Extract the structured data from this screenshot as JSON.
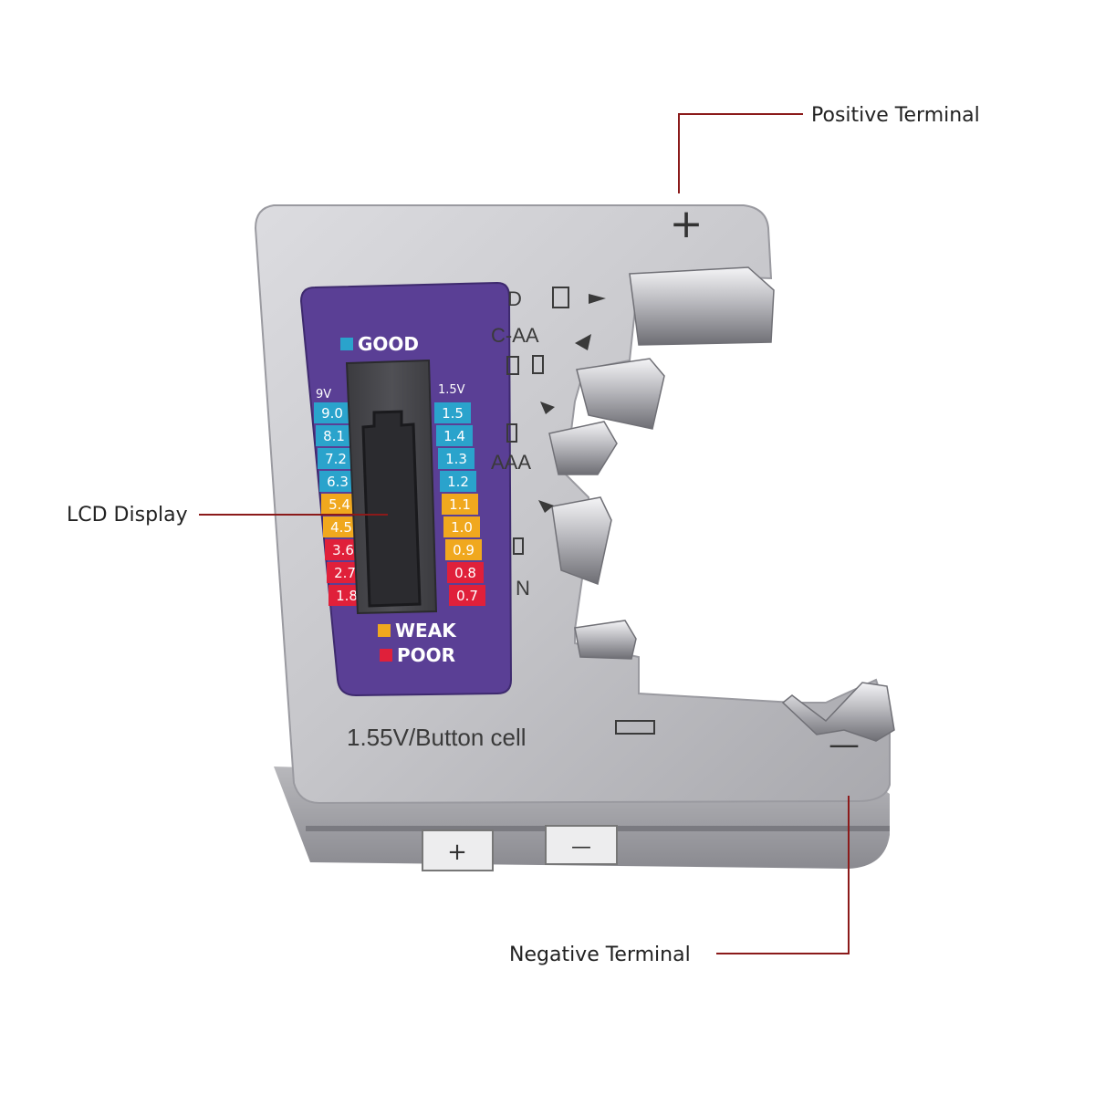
{
  "callouts": {
    "positive": "Positive Terminal",
    "lcd": "LCD Display",
    "negative": "Negative Terminal"
  },
  "legend": {
    "good": "GOOD",
    "weak": "WEAK",
    "poor": "POOR"
  },
  "scale_9v": {
    "header": "9V",
    "values": [
      "9.0",
      "8.1",
      "7.2",
      "6.3",
      "5.4",
      "4.5",
      "3.6",
      "2.7",
      "1.8"
    ]
  },
  "scale_15v": {
    "header": "1.5V",
    "values": [
      "1.5",
      "1.4",
      "1.3",
      "1.2",
      "1.1",
      "1.0",
      "0.9",
      "0.8",
      "0.7"
    ]
  },
  "slots": {
    "d": "D",
    "c_aa": "C-AA",
    "aaa": "AAA",
    "n": "N"
  },
  "button_cell": "1.55V/Button cell",
  "signs": {
    "plus": "+",
    "minus": "—"
  },
  "colors": {
    "good": "#2aa3cc",
    "weak": "#f0a81e",
    "poor": "#e0203a",
    "panel": "#5a3f95",
    "leader": "#8b1a1a",
    "body": "#c4c4c8"
  }
}
